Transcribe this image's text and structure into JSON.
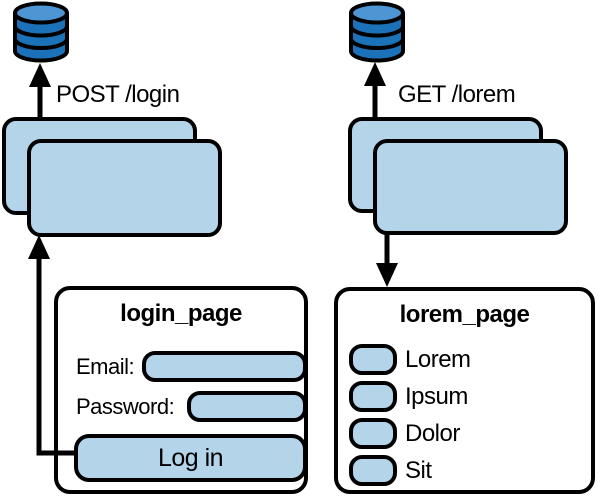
{
  "diagram": {
    "colors": {
      "shape_fill": "#b4d4ea",
      "outline": "#000000",
      "db_body": "#1b72b8",
      "db_top": "#4e96d3",
      "background": "#ffffff"
    },
    "left_flow": {
      "icon": "database-icon",
      "request_label": "POST /login",
      "page": {
        "title": "login_page",
        "fields": [
          {
            "label": "Email:"
          },
          {
            "label": "Password:"
          }
        ],
        "button_label": "Log in"
      }
    },
    "right_flow": {
      "icon": "database-icon",
      "request_label": "GET /lorem",
      "page": {
        "title": "lorem_page",
        "items": [
          "Lorem",
          "Ipsum",
          "Dolor",
          "Sit"
        ]
      }
    }
  }
}
